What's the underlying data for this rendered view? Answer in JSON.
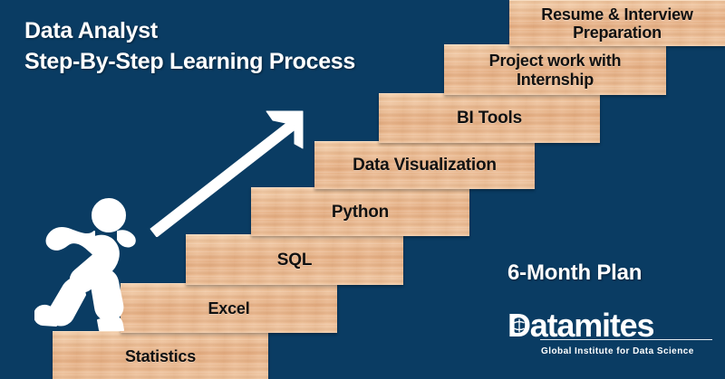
{
  "colors": {
    "background": "#0a3c63",
    "step_wood": "#ebb98f",
    "title_text": "#ffffff",
    "step_label_text": "#111111",
    "logo_text": "#ffffff"
  },
  "title": {
    "line1": "Data Analyst",
    "line2": "Step-By-Step Learning Process"
  },
  "plan": {
    "label": "6-Month Plan"
  },
  "logo": {
    "wordmark": "Datamites",
    "tagline": "Global Institute for Data Science",
    "mark_icon": "datamites-circle-emblem-icon"
  },
  "icons": {
    "runner": "running-person-icon",
    "arrow": "upward-arrow-icon"
  },
  "staircase": {
    "step_count": 8,
    "steps": [
      {
        "order": 1,
        "label": "Statistics"
      },
      {
        "order": 2,
        "label": "Excel"
      },
      {
        "order": 3,
        "label": "SQL"
      },
      {
        "order": 4,
        "label": "Python"
      },
      {
        "order": 5,
        "label": "Data Visualization"
      },
      {
        "order": 6,
        "label": "BI Tools"
      },
      {
        "order": 7,
        "label": "Project work with Internship"
      },
      {
        "order": 8,
        "label": "Resume & Interview Preparation"
      }
    ]
  }
}
